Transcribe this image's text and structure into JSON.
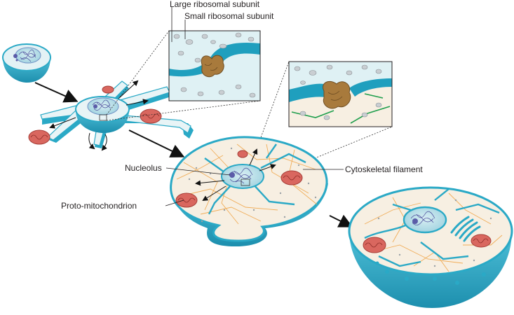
{
  "labels": {
    "large_ribosomal_subunit": "Large ribosomal subunit",
    "small_ribosomal_subunit": "Small ribosomal subunit",
    "nucleolus": "Nucleolus",
    "cytoskeletal_filament": "Cytoskeletal filament",
    "proto_mitochondrion": "Proto-mitochondrion"
  },
  "colors": {
    "membrane": "#2aa9c6",
    "membrane_dark": "#1b86a3",
    "cytoplasm": "#f7efe2",
    "cytoplasm_light": "#dff1f4",
    "nucleus": "#b8dfe8",
    "chromatin": "#5b5ca8",
    "mitochondrion": "#d9675f",
    "filament": "#f0a64a",
    "ribosome": "#a87a3c",
    "ribosome_light": "#c99754",
    "microtubule": "#1e9e4c",
    "vesicle": "#c9ced2",
    "leader_line": "#231f20",
    "arrow": "#111111"
  }
}
